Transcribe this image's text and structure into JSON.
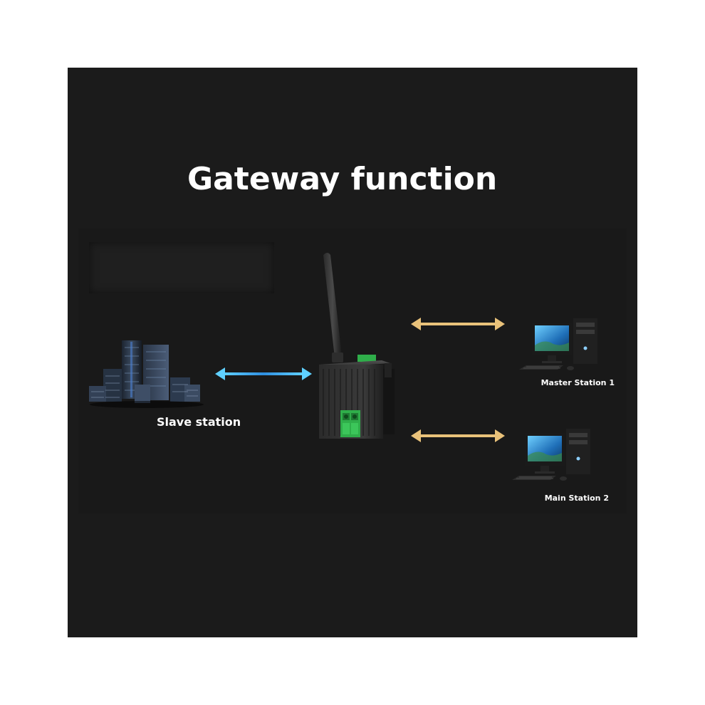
{
  "title": "Gateway function",
  "nodes": {
    "slave": {
      "label": "Slave station"
    },
    "master1": {
      "label": "Master Station 1"
    },
    "master2": {
      "label": "Main Station 2"
    }
  },
  "icons": {
    "slave": "server-rack-icon",
    "gateway": "wireless-gateway-device-icon",
    "master1": "desktop-computer-icon",
    "master2": "desktop-computer-icon"
  },
  "colors": {
    "background": "#1b1b1b",
    "slave_link": "#3fa9f5",
    "master_link": "#e9c27a",
    "terminal_block": "#2fae4a"
  }
}
